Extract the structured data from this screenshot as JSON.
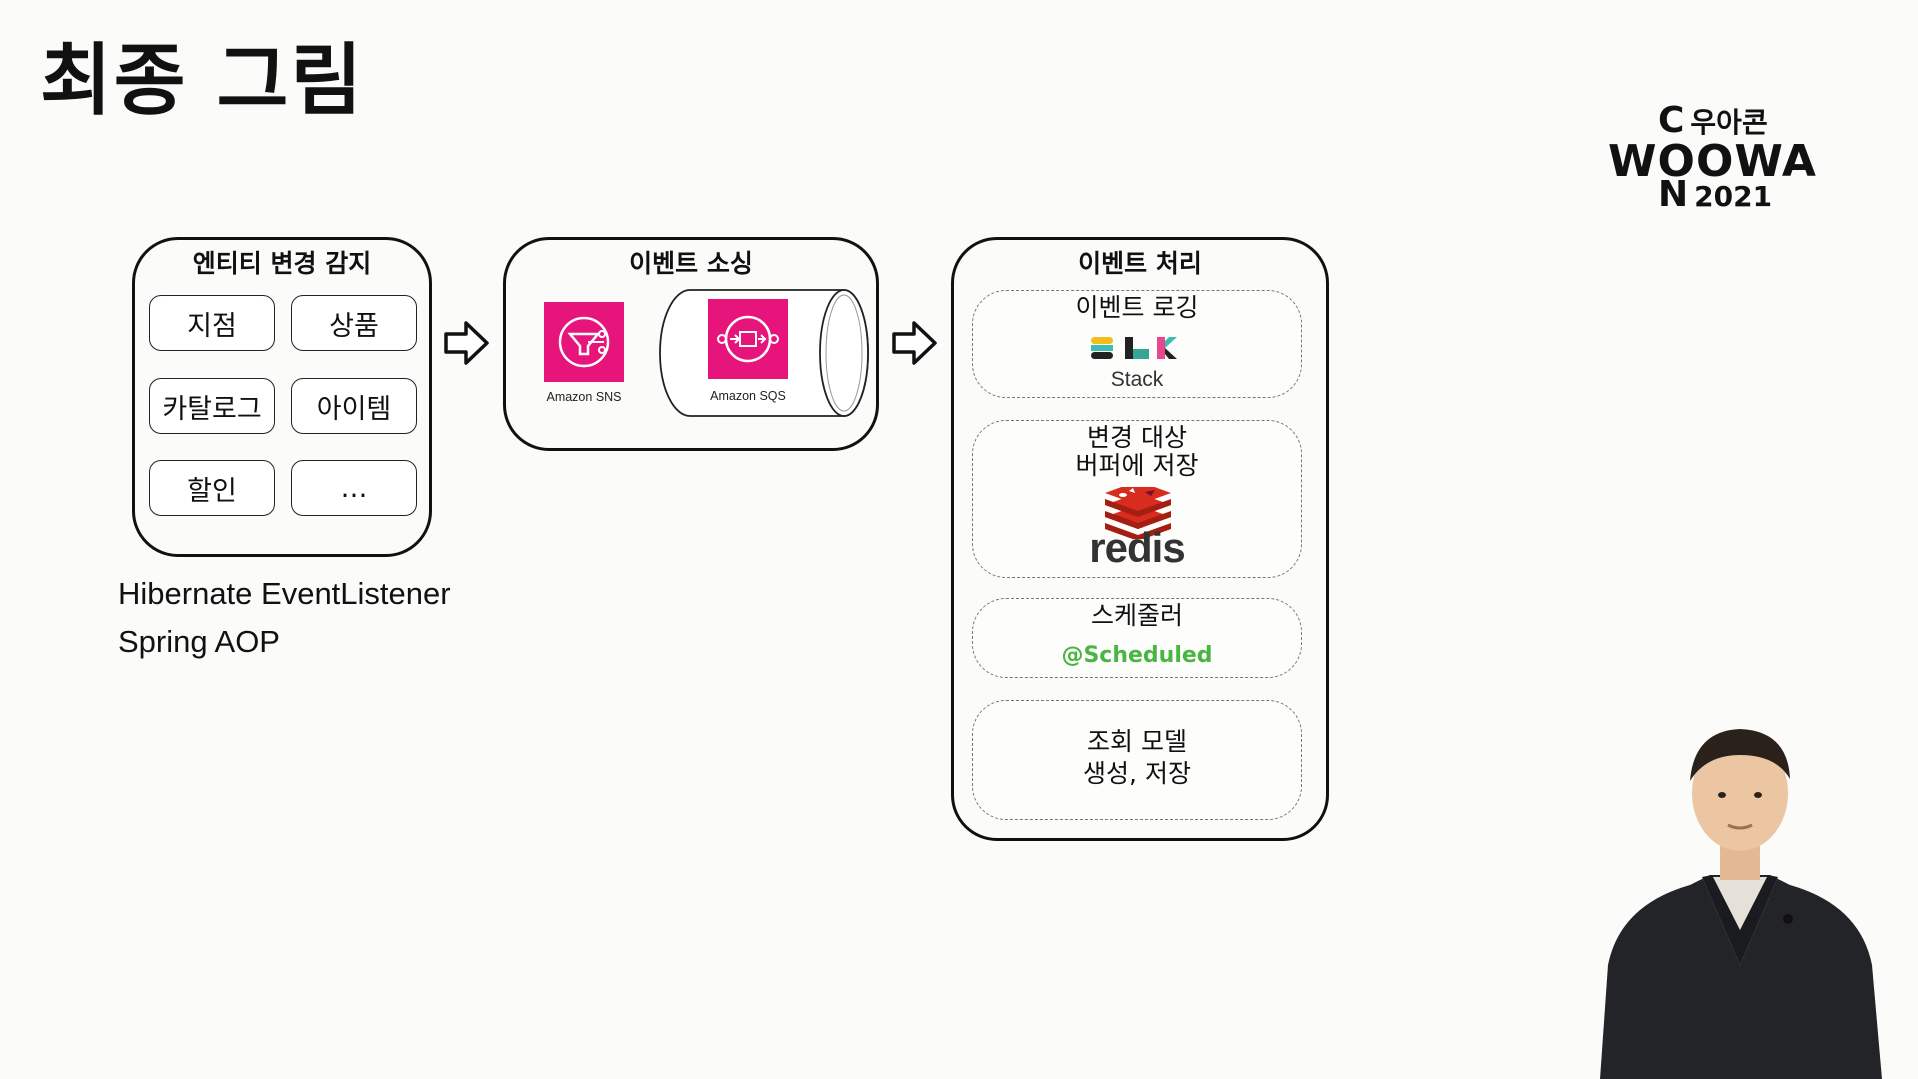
{
  "slide": {
    "title": "최종 그림"
  },
  "logo": {
    "line1_c": "C",
    "line1_kor": "우아콘",
    "line2": "WOOWA",
    "line3_n": "N",
    "line3_year": "2021"
  },
  "entity_box": {
    "title": "엔티티 변경 감지",
    "items": [
      "지점",
      "상품",
      "카탈로그",
      "아이템",
      "할인",
      "…"
    ]
  },
  "captions": {
    "line1": "Hibernate EventListener",
    "line2": "Spring AOP"
  },
  "sourcing_box": {
    "title": "이벤트 소싱",
    "sns_label": "Amazon SNS",
    "sqs_label": "Amazon SQS"
  },
  "processing_box": {
    "title": "이벤트 처리",
    "logging": {
      "title": "이벤트 로깅",
      "stack": "Stack"
    },
    "buffer": {
      "line1": "변경 대상",
      "line2": "버퍼에 저장",
      "redis": "redis"
    },
    "scheduler": {
      "title": "스케줄러",
      "annotation": "@Scheduled"
    },
    "read_model": {
      "line1": "조회 모델",
      "line2": "생성, 저장"
    }
  },
  "colors": {
    "aws_pink": "#e7157b",
    "redis_red": "#d82c20",
    "scheduled_green": "#4bb543"
  }
}
